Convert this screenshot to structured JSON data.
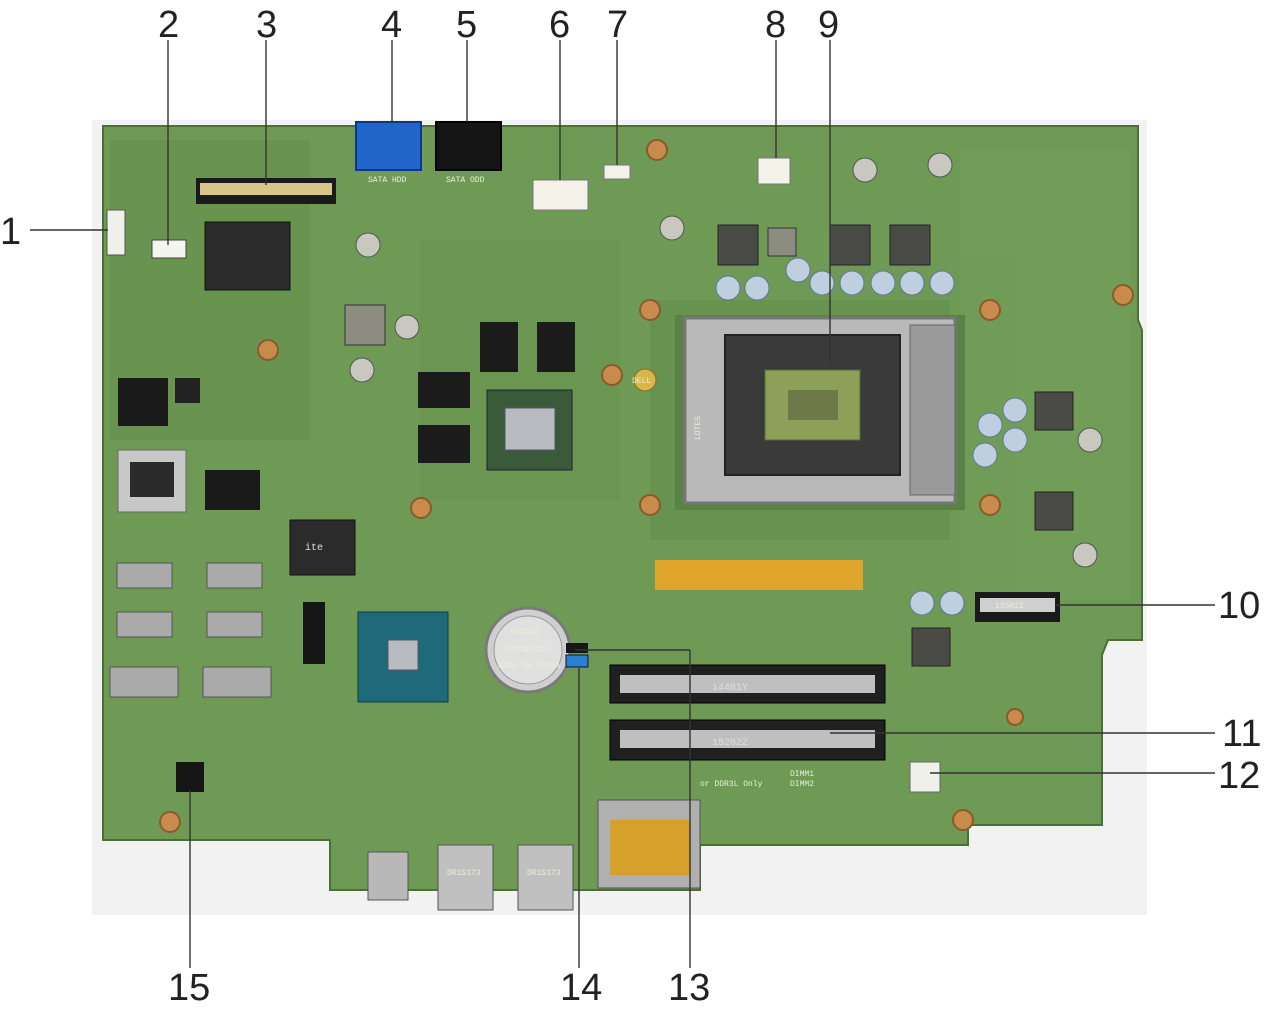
{
  "callouts": [
    {
      "id": "1",
      "label": "1"
    },
    {
      "id": "2",
      "label": "2"
    },
    {
      "id": "3",
      "label": "3"
    },
    {
      "id": "4",
      "label": "4"
    },
    {
      "id": "5",
      "label": "5"
    },
    {
      "id": "6",
      "label": "6"
    },
    {
      "id": "7",
      "label": "7"
    },
    {
      "id": "8",
      "label": "8"
    },
    {
      "id": "9",
      "label": "9"
    },
    {
      "id": "10",
      "label": "10"
    },
    {
      "id": "11",
      "label": "11"
    },
    {
      "id": "12",
      "label": "12"
    },
    {
      "id": "13",
      "label": "13"
    },
    {
      "id": "14",
      "label": "14"
    },
    {
      "id": "15",
      "label": "15"
    }
  ],
  "board_labels": {
    "sata_hdd": "SATA HDD",
    "sata_odd": "SATA ODD",
    "dimm1": "DIMM1",
    "dimm2": "DIMM2",
    "ddr_note": "or DDR3L Only",
    "coin_cell": "CR2032",
    "coin_cell_maker": "MITSUBISHI",
    "coin_cell_origin": "MADE IN CHINA",
    "usb_port_1": "DR1S173",
    "usb_port_2": "DR1S173",
    "chip_ite": "ite",
    "dell_logo": "DELL",
    "m2_code": "13502Z",
    "dimm_code_1": "14481Y",
    "dimm_code_2": "15202Z",
    "socket_brand": "LOTES"
  },
  "colors": {
    "pcb": "#6f9a55",
    "pcb_dark": "#4f7a3b",
    "sata_hdd": "#2266cc",
    "sata_odd": "#151515",
    "gold": "#e0a52a",
    "socket_metal": "#b9b9b9"
  }
}
